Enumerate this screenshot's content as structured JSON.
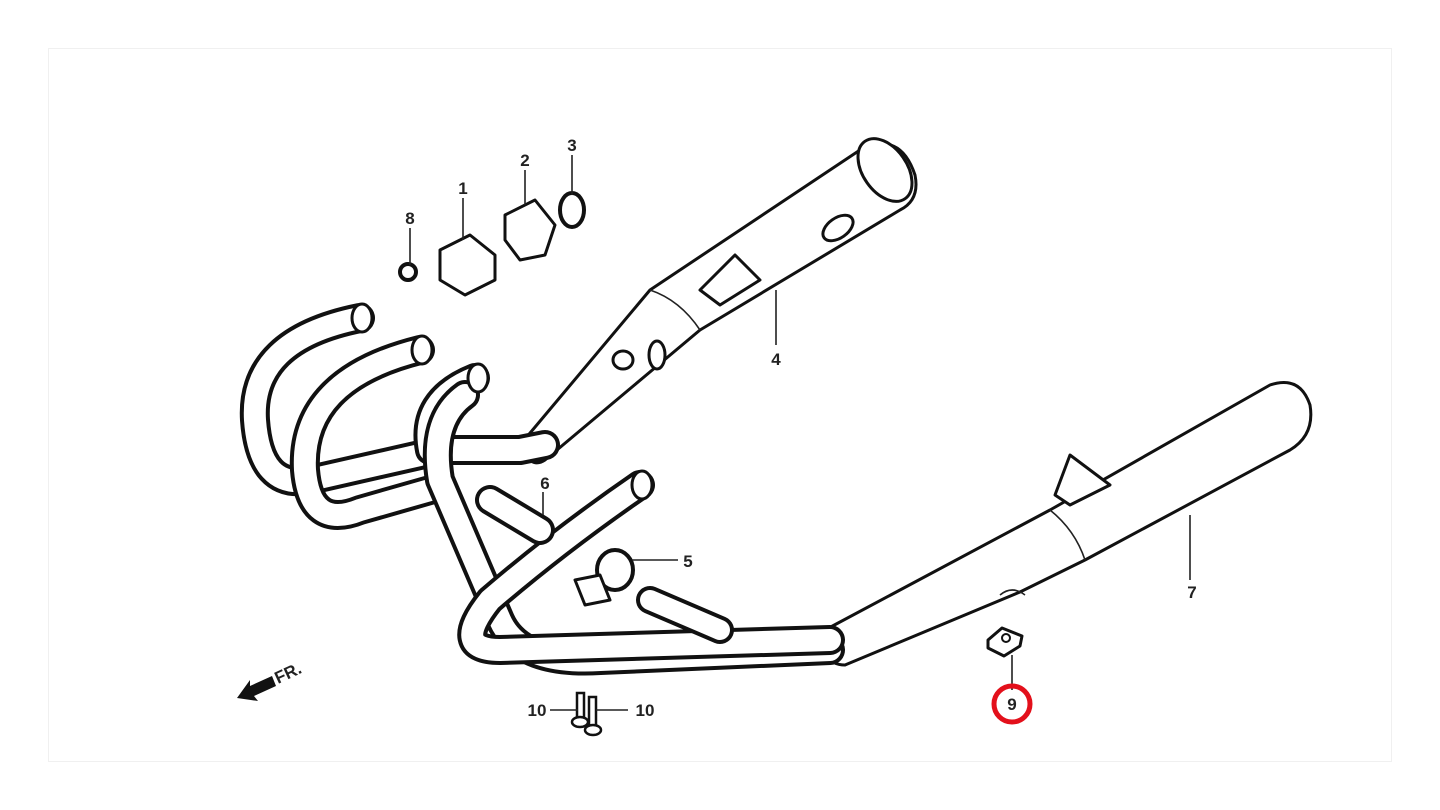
{
  "diagram": {
    "title": "Exhaust system parts diagram",
    "direction_label": "FR.",
    "callouts": [
      {
        "id": "1",
        "text": "1"
      },
      {
        "id": "2",
        "text": "2"
      },
      {
        "id": "3",
        "text": "3"
      },
      {
        "id": "4",
        "text": "4"
      },
      {
        "id": "5",
        "text": "5"
      },
      {
        "id": "6",
        "text": "6"
      },
      {
        "id": "7",
        "text": "7"
      },
      {
        "id": "8",
        "text": "8"
      },
      {
        "id": "9",
        "text": "9"
      },
      {
        "id": "10a",
        "text": "10"
      },
      {
        "id": "10b",
        "text": "10"
      }
    ],
    "highlighted_callout": "9",
    "highlight_color": "#e3101b"
  }
}
